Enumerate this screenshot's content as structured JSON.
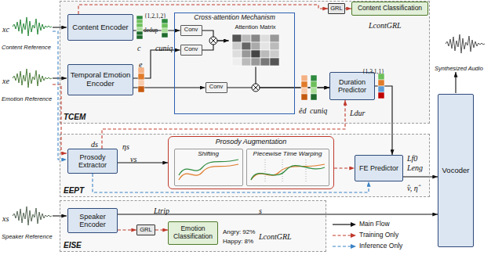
{
  "diagram": {
    "nodes": [
      {
        "text": [
          "TCEM"
        ]
      },
      {
        "text": [
          "Content Encoder"
        ],
        "in": 0
      },
      {
        "text": [
          "Temporal Emotion Encoder"
        ],
        "in": 0
      },
      {
        "text": [
          "Cross-attention Mechanism"
        ],
        "in": 0
      },
      {
        "text": [
          "Conv"
        ],
        "in": 3
      },
      {
        "text": [
          "Conv"
        ],
        "in": 3
      },
      {
        "text": [
          "Conv"
        ],
        "in": 3
      },
      {
        "text": [
          "Attention Matrix"
        ],
        "in": 3
      },
      {
        "text": [
          "GRL"
        ],
        "in": 0
      },
      {
        "text": [
          "Content Classification"
        ],
        "in": 0
      },
      {
        "text": [
          "Duration Predictor"
        ],
        "in": 0
      },
      {
        "text": [
          "EEPT"
        ]
      },
      {
        "text": [
          "Prosody Extractor"
        ],
        "in": 11
      },
      {
        "text": [
          "Prosody Augmentation"
        ],
        "in": 11
      },
      {
        "text": [
          "Shifting"
        ],
        "in": 13
      },
      {
        "text": [
          "Piecewise Time Warping"
        ],
        "in": 13
      },
      {
        "text": [
          "FE Predictor"
        ],
        "in": 11
      },
      {
        "text": [
          "EISE"
        ]
      },
      {
        "text": [
          "Speaker Encoder"
        ],
        "in": 17
      },
      {
        "text": [
          "GRL"
        ],
        "in": 17
      },
      {
        "text": [
          "Emotion Classification"
        ],
        "in": 17
      },
      {
        "text": [
          "Vocoder"
        ]
      }
    ],
    "edges": [
      {
        "from": 1,
        "to": 4,
        "arrow": "to"
      },
      {
        "from": 2,
        "to": 5,
        "arrow": "to"
      },
      {
        "from": 2,
        "to": 6,
        "arrow": "to"
      },
      {
        "from": 4,
        "to": 7,
        "arrow": "to"
      },
      {
        "from": 5,
        "to": 7,
        "arrow": "to"
      },
      {
        "from": 7,
        "to": 10,
        "arrow": "to"
      },
      {
        "from": 6,
        "to": 10,
        "arrow": "to"
      },
      {
        "from": 1,
        "to": 8,
        "arrow": "to"
      },
      {
        "from": 8,
        "to": 9,
        "arrow": "to"
      },
      {
        "from": 12,
        "to": 10,
        "arrow": "to"
      },
      {
        "from": 12,
        "to": 13,
        "arrow": "to"
      },
      {
        "from": 13,
        "to": 16,
        "arrow": "to"
      },
      {
        "from": 10,
        "to": 16,
        "arrow": "to"
      },
      {
        "from": 12,
        "to": 16,
        "arrow": "to"
      },
      {
        "from": 16,
        "to": 21,
        "arrow": "to"
      },
      {
        "from": 18,
        "to": 21,
        "arrow": "to"
      },
      {
        "from": 18,
        "to": 19,
        "arrow": "to"
      },
      {
        "from": 19,
        "to": 20,
        "arrow": "to"
      }
    ],
    "labels": [
      "xc",
      "Content Reference",
      "xe",
      "Emotion Reference",
      "xs",
      "Speaker Reference",
      "c",
      "dedup",
      "{1,2,1,2}",
      "cuniq",
      "e",
      "êd",
      "cuniq",
      "{1,3,1,1}",
      "Ldur",
      "LcontGRL",
      "ds",
      "ηs",
      "vs",
      "Lf0",
      "Leng",
      "v̂, η̂",
      "s",
      "Ltrip",
      "Angry: 92%",
      "Happy: 8%",
      "LcontGRL",
      "Synthesized Audio"
    ],
    "legend": [
      {
        "text": "Main Flow"
      },
      {
        "text": "Training Only"
      },
      {
        "text": "Inference Only"
      }
    ]
  }
}
